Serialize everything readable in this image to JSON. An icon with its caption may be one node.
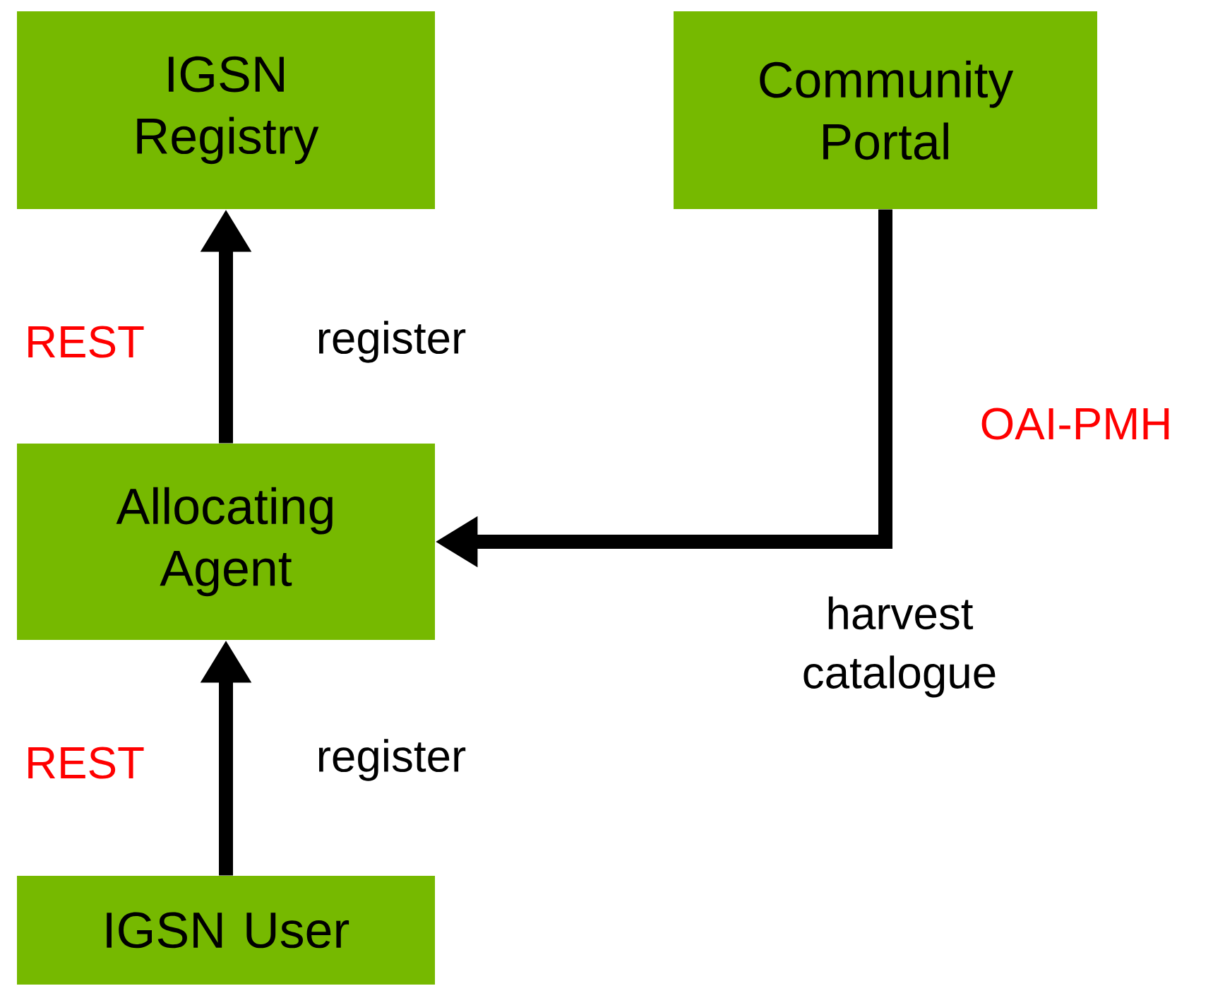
{
  "diagram": {
    "nodes": [
      {
        "text": [
          "IGSN Registry"
        ]
      },
      {
        "text": [
          "Community Portal"
        ]
      },
      {
        "text": [
          "Allocating Agent"
        ]
      },
      {
        "text": [
          "IGSN User"
        ]
      }
    ],
    "edges": [
      {
        "from": 2,
        "to": 0,
        "arrow": "to",
        "label": "register"
      },
      {
        "from": 3,
        "to": 2,
        "arrow": "to",
        "label": "register"
      },
      {
        "from": 1,
        "to": 2,
        "arrow": "to",
        "label": "harvest catalogue"
      }
    ],
    "labels": [
      "REST",
      "OAI-PMH",
      "REST"
    ]
  }
}
